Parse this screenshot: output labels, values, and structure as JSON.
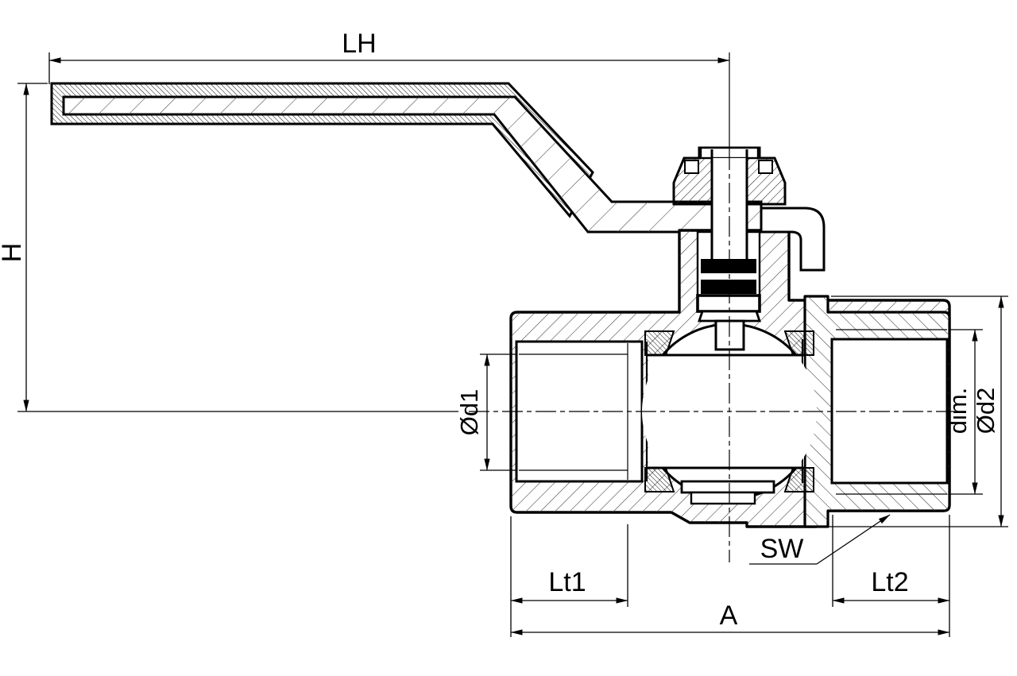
{
  "drawing": {
    "type_note": "ball valve sectional technical drawing",
    "labels": {
      "lever_length": "LH",
      "height": "H",
      "bore1": "Ød1",
      "dim_prefix": "dim.",
      "bore2": "Ød2",
      "wrench_size": "SW",
      "thread_length1": "Lt1",
      "thread_length2": "Lt2",
      "overall_length": "A"
    },
    "colors": {
      "line": "#000000",
      "hatch": "#3a3a3a",
      "background": "#ffffff"
    }
  }
}
